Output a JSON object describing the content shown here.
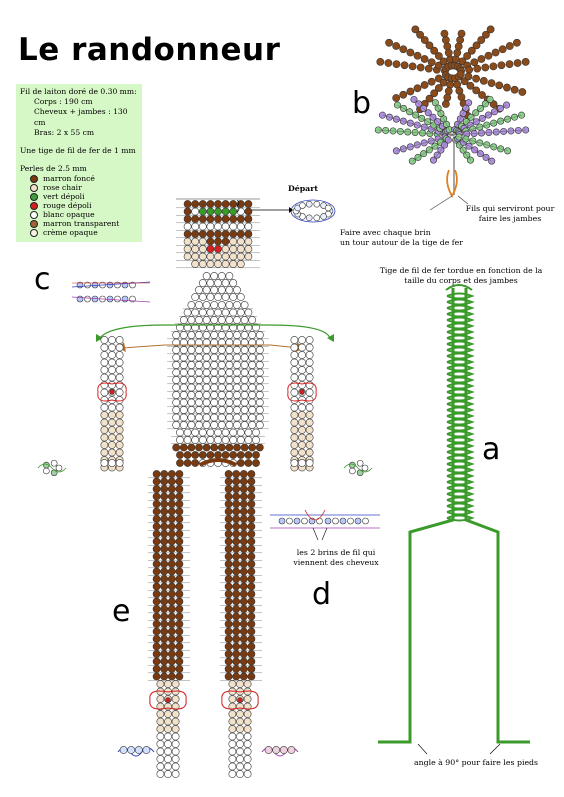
{
  "title": "Le randonneur",
  "info": {
    "wire_heading": "Fil de laiton doré de 0.30 mm:",
    "wire_lines": [
      "Corps : 190 cm",
      "Cheveux + jambes : 130 cm",
      "Bras: 2 x 55 cm"
    ],
    "rod": "Une tige de fil de fer de 1 mm",
    "beads_heading": "Perles de 2.5 mm",
    "beads": [
      {
        "label": "marron foncé",
        "color": "#7a3a10"
      },
      {
        "label": "rose chair",
        "color": "#f2e2cc"
      },
      {
        "label": "vert dépoli",
        "color": "#3f9d3f"
      },
      {
        "label": "rouge dépoli",
        "color": "#d42020"
      },
      {
        "label": "blanc opaque",
        "color": "#ffffff"
      },
      {
        "label": "marron transparent",
        "color": "#a0643a"
      },
      {
        "label": "crème opaque",
        "color": "#fbf3e0"
      }
    ]
  },
  "labels": {
    "depart": "Départ",
    "a": "a",
    "b": "b",
    "c": "c",
    "d": "d",
    "e": "e",
    "faire_tour": [
      "Faire avec chaque brin",
      "un tour autour de la tige de fer"
    ],
    "fils_jambes": [
      "Fils qui serviront pour",
      "faire les jambes"
    ],
    "tige": [
      "Tige de fil de fer tordue en fonction de la",
      "taille du  corps et des jambes"
    ],
    "brins": [
      "les 2 brins de fil qui",
      "viennent des cheveux"
    ],
    "angle": "angle à 90° pour faire les pieds"
  },
  "colors": {
    "dark_brown": "#7a3a10",
    "pale": "#f2e2cc",
    "white": "#ffffff",
    "green": "#3a9a2a",
    "red": "#d42020",
    "wire_blue": "#3040c0",
    "wire_purple": "#a040b0"
  }
}
